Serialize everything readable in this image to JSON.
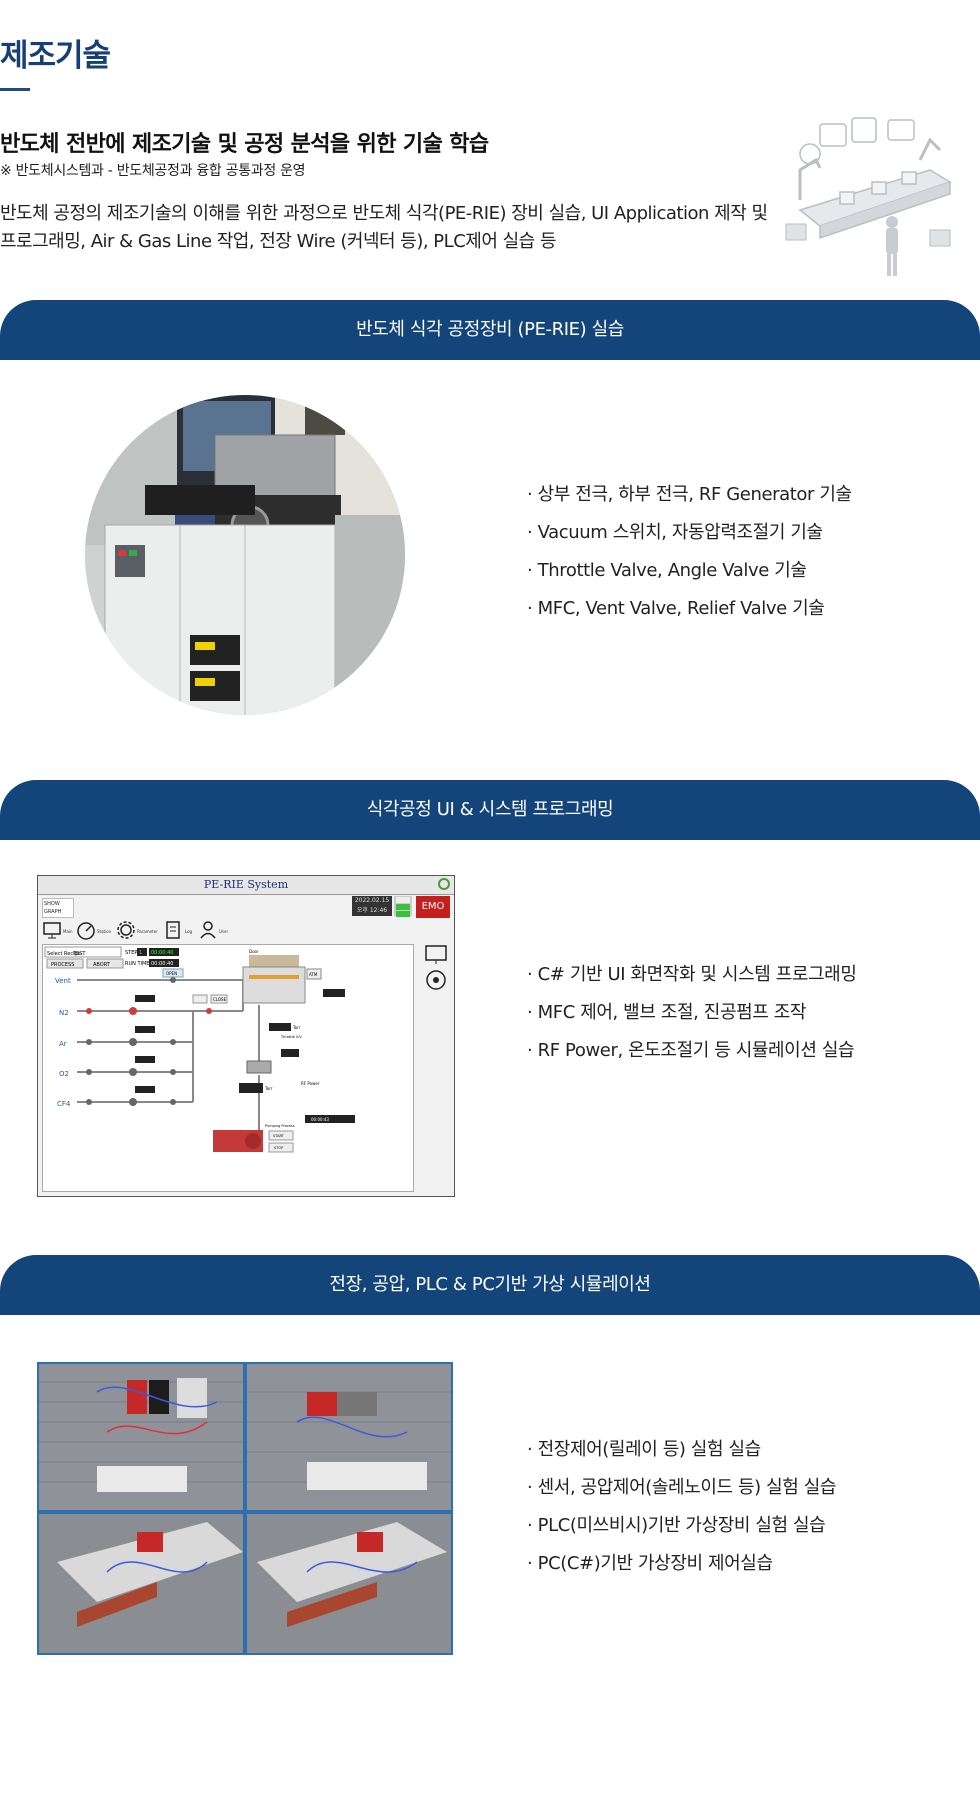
{
  "page": {
    "title": "제조기술",
    "headline": "반도체 전반에 제조기술 및 공정 분석을 위한 기술 학습",
    "subnote": "※ 반도체시스템과 - 반도체공정과 융합 공통과정 운영",
    "intro": "반도체 공정의 제조기술의 이해를 위한 과정으로 반도체 식각(PE-RIE) 장비 실습, UI Application 제작 및 프로그래밍, Air & Gas Line 작업, 전장 Wire (커넥터 등), PLC제어 실습 등"
  },
  "sections": [
    {
      "title": "반도체 식각 공정장비 (PE-RIE) 실습",
      "bullets": [
        "· 상부 전극, 하부 전극, RF Generator 기술",
        "· Vacuum 스위치, 자동압력조절기 기술",
        "· Throttle Valve, Angle Valve 기술",
        "· MFC, Vent Valve, Relief Valve 기술"
      ]
    },
    {
      "title": "식각공정 UI & 시스템 프로그래밍",
      "bullets": [
        "· C# 기반 UI 화면작화 및 시스템 프로그래밍",
        "· MFC 제어, 밸브 조절, 진공펌프 조작",
        "· RF Power, 온도조절기 등 시뮬레이션 실습"
      ]
    },
    {
      "title": "전장, 공압, PLC & PC기반 가상 시뮬레이션",
      "bullets": [
        "· 전장제어(릴레이 등) 실험 실습",
        "· 센서, 공압제어(솔레노이드 등) 실험 실습",
        "· PLC(미쓰비시)기반 가상장비 실험 실습",
        "· PC(C#)기반 가상장비 제어실습"
      ]
    }
  ],
  "ui_screenshot": {
    "title": "PE-RIE System",
    "emo": "EMO",
    "date": "2022.02.15",
    "time": "오후 12:46",
    "show_graph": "SHOW GRAPH",
    "icons": [
      {
        "name": "monitor-icon",
        "label": "Main"
      },
      {
        "name": "gauge-icon",
        "label": "Station"
      },
      {
        "name": "gear-icon",
        "label": "Parameter"
      },
      {
        "name": "log-icon",
        "label": "Log"
      },
      {
        "name": "user-icon",
        "label": "User"
      }
    ],
    "recipe_label": "Select Recipe",
    "recipe_value": "TEST",
    "step_label": "STEP",
    "step_value": "1",
    "step_time": "00:00:40",
    "runtime_label": "RUN TIME",
    "runtime_value": "00:00:40",
    "process_btn": "PROCESS",
    "abort_btn": "ABORT",
    "gas_lines": [
      "Vent",
      "N2",
      "Ar",
      "O2",
      "CF4"
    ],
    "open_label": "OPEN",
    "close_label": "CLOSE",
    "atm_label": "ATM",
    "door_label": "Door",
    "torr_label": "Torr",
    "throttle_label": "Throttle V/V",
    "rf_power_label": "RF Power",
    "pumping_label": "Pumping Process",
    "pump_start": "START",
    "pump_stop": "STOP",
    "rf_time": "00:00:43"
  },
  "colors": {
    "title": "#173f75",
    "band": "#14457a",
    "emo": "#c41f1f",
    "sim_bg": "#2e6fae"
  }
}
